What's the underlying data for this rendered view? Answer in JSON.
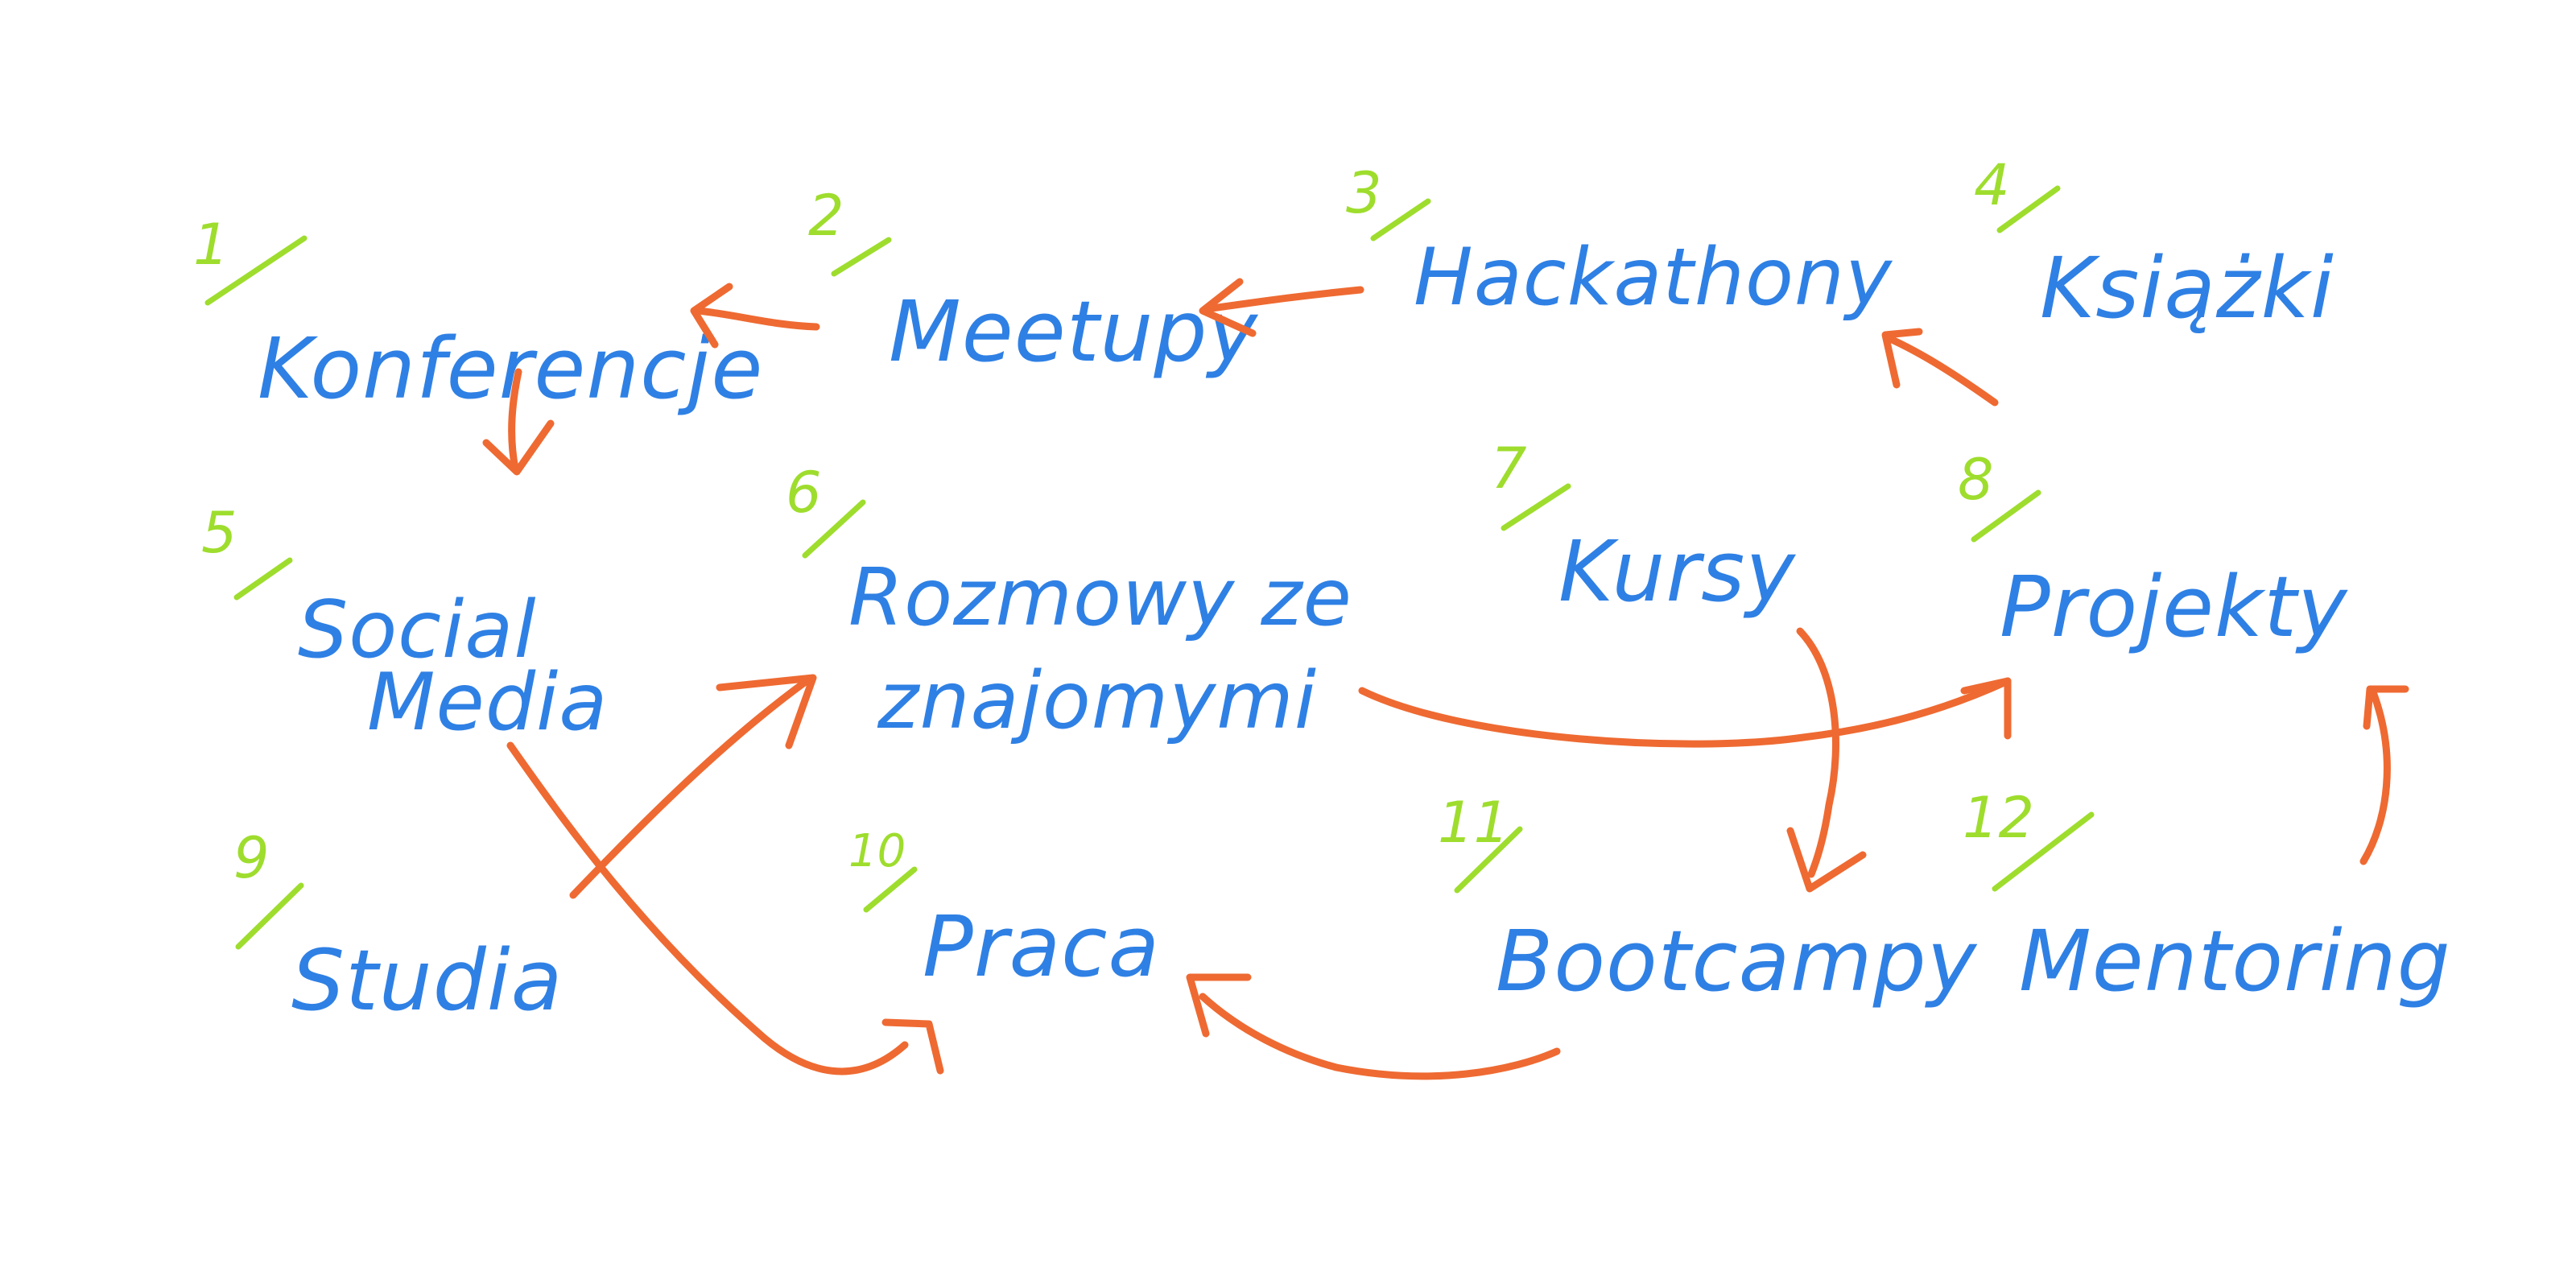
{
  "colors": {
    "label": "#2f80e4",
    "number": "#9edd2d",
    "arrow": "#ee6a32",
    "background": "#ffffff"
  },
  "nodes": [
    {
      "id": "n1",
      "number": "1",
      "label": "Konferencje"
    },
    {
      "id": "n2",
      "number": "2",
      "label": "Meetupy"
    },
    {
      "id": "n3",
      "number": "3",
      "label": "Hackathony"
    },
    {
      "id": "n4",
      "number": "4",
      "label": "Książki"
    },
    {
      "id": "n5",
      "number": "5",
      "label_line1": "Social",
      "label_line2": "Media"
    },
    {
      "id": "n6",
      "number": "6",
      "label_line1": "Rozmowy ze",
      "label_line2": "znajomymi"
    },
    {
      "id": "n7",
      "number": "7",
      "label": "Kursy"
    },
    {
      "id": "n8",
      "number": "8",
      "label": "Projekty"
    },
    {
      "id": "n9",
      "number": "9",
      "label": "Studia"
    },
    {
      "id": "n10",
      "number": "10",
      "label": "Praca"
    },
    {
      "id": "n11",
      "number": "11",
      "label": "Bootcampy"
    },
    {
      "id": "n12",
      "number": "12",
      "label": "Mentoring"
    }
  ],
  "edges": [
    {
      "from": "Meetupy",
      "to": "Konferencje"
    },
    {
      "from": "Hackathony",
      "to": "Meetupy"
    },
    {
      "from": "Książki",
      "to": "Hackathony"
    },
    {
      "from": "Konferencje",
      "to": "Social Media"
    },
    {
      "from": "Social Media",
      "to": "Praca"
    },
    {
      "from": "Studia",
      "to": "Rozmowy ze znajomymi"
    },
    {
      "from": "Rozmowy ze znajomymi",
      "to": "Projekty"
    },
    {
      "from": "Kursy",
      "to": "Bootcampy"
    },
    {
      "from": "Bootcampy",
      "to": "Praca"
    },
    {
      "from": "Mentoring",
      "to": "Projekty"
    }
  ]
}
